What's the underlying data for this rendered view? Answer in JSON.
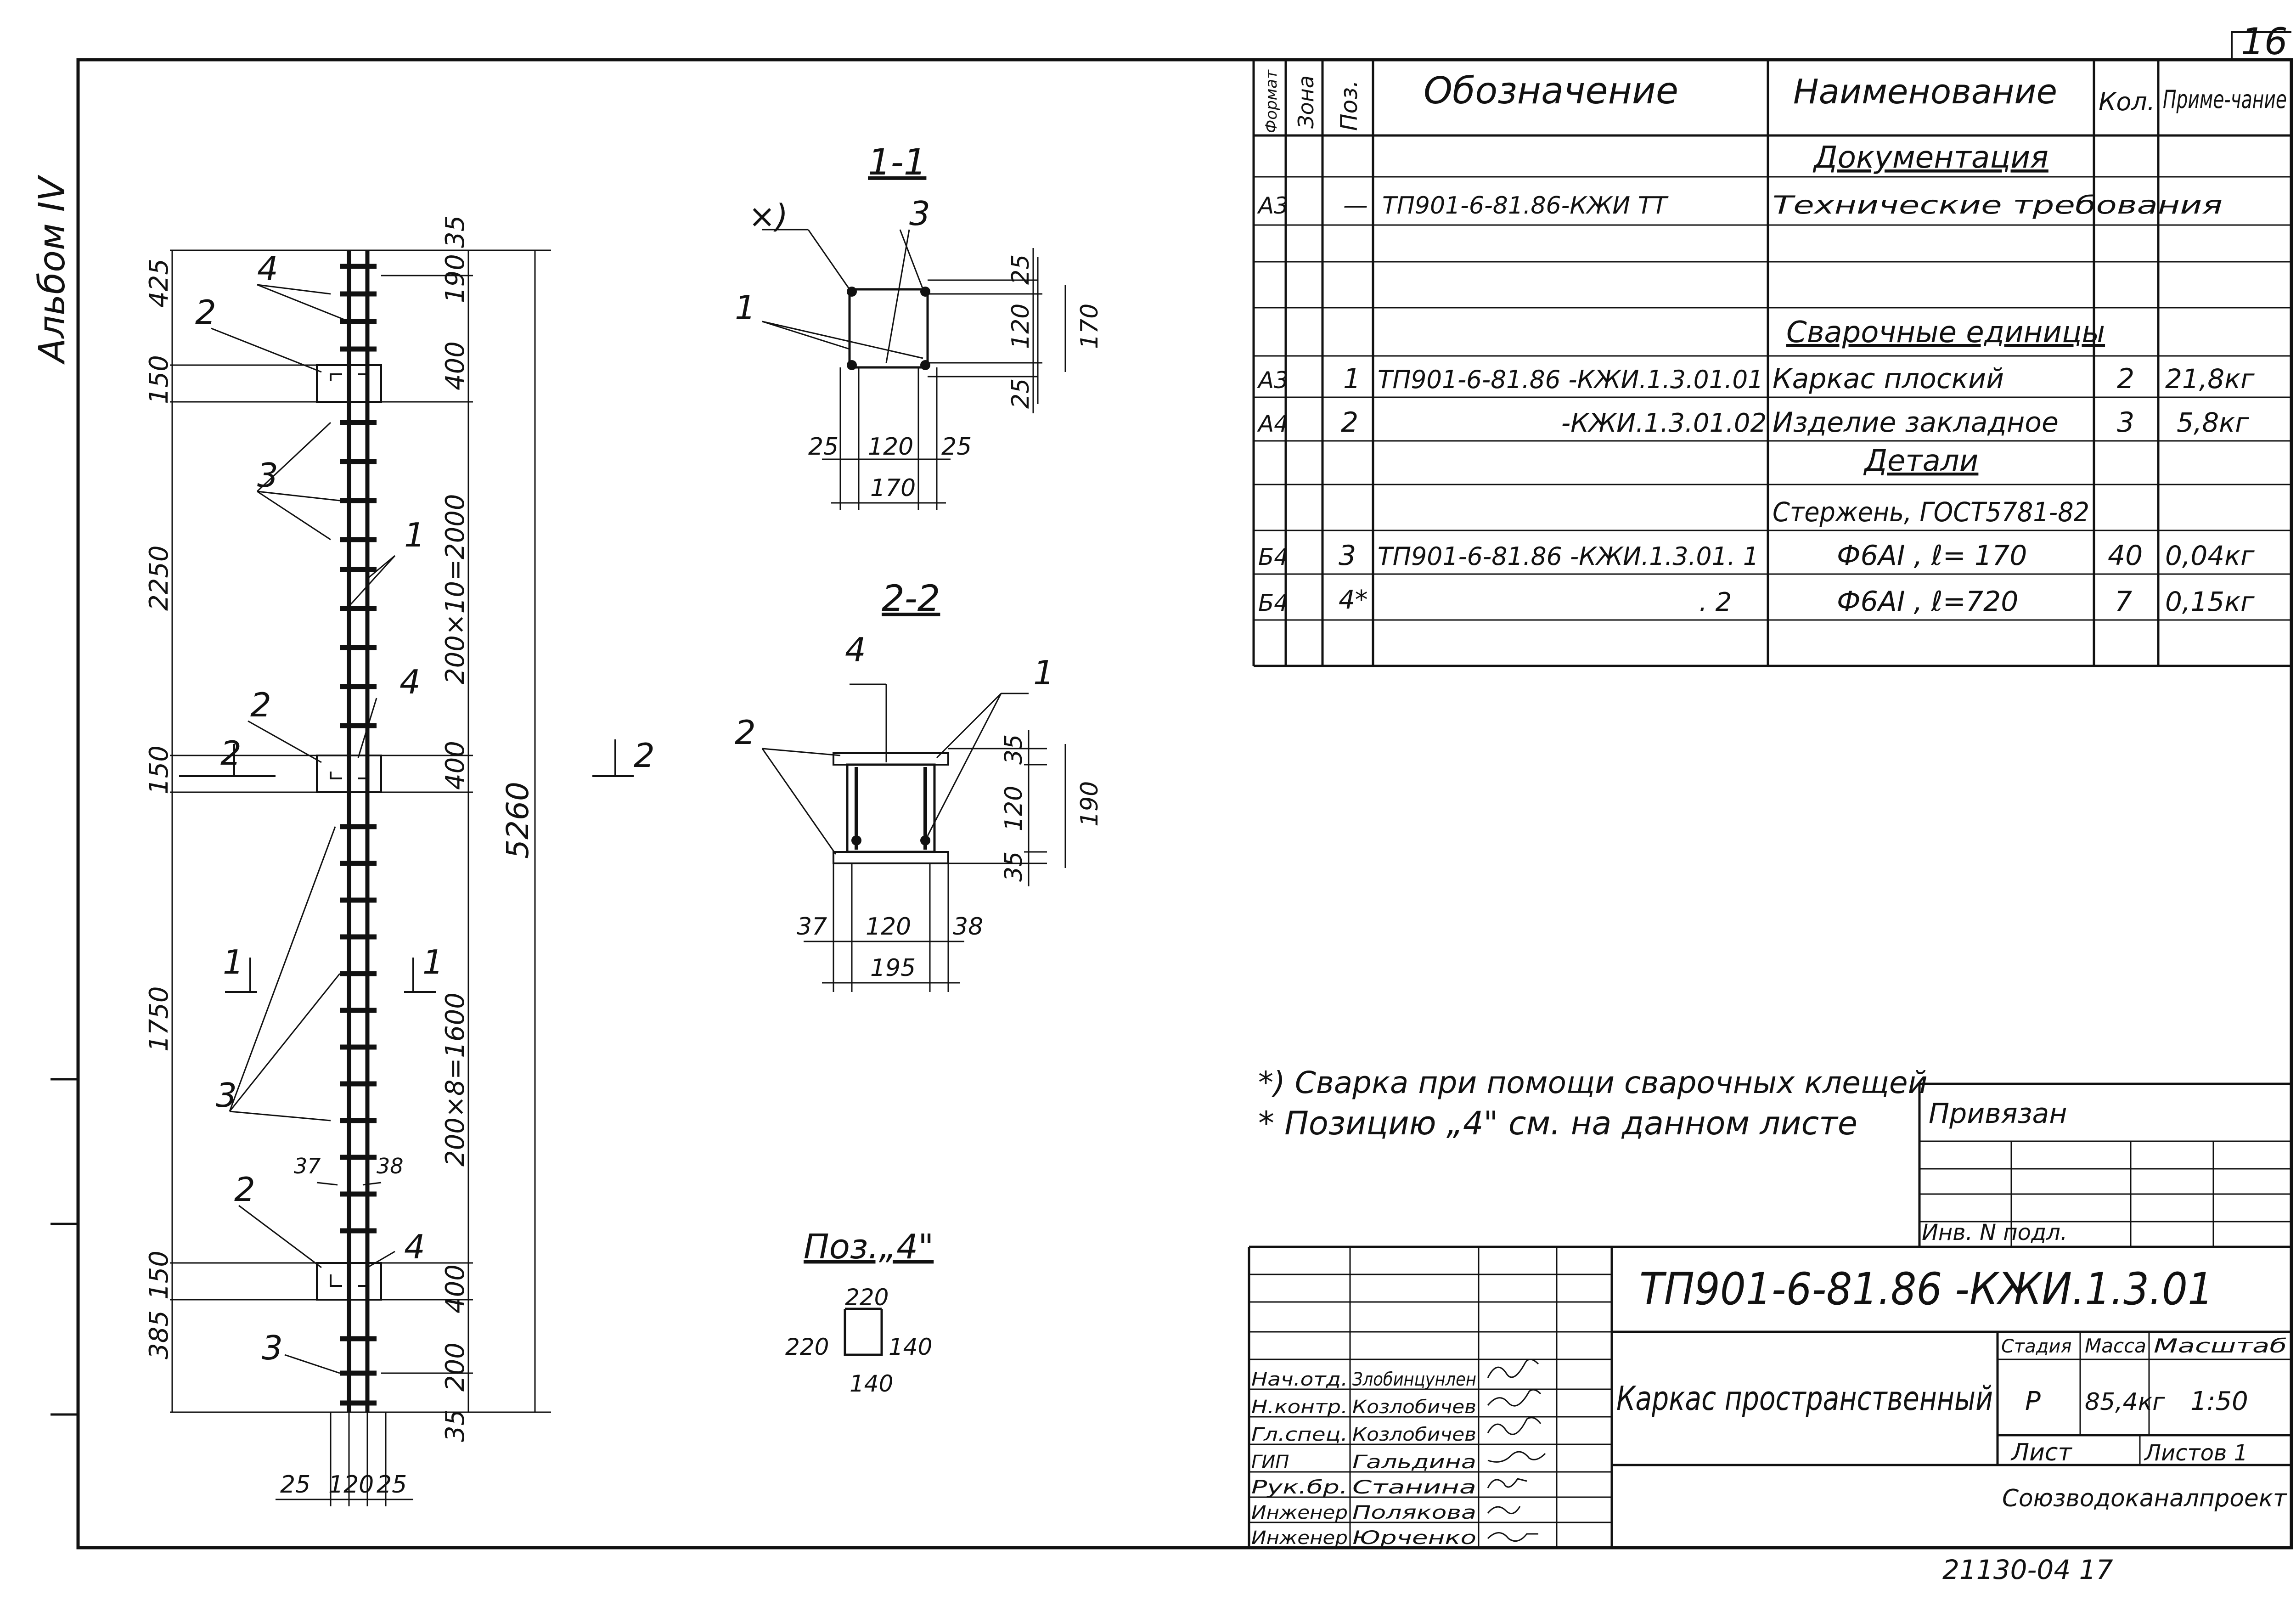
{
  "sheet_number": "16",
  "album_label": "Альбом IV",
  "bottom_code": "21130-04   17",
  "spec": {
    "headers": {
      "format": "Формат",
      "zone": "Зона",
      "pos": "Поз.",
      "designation": "Обозначение",
      "name": "Наименование",
      "qty": "Кол.",
      "note": "Приме-чание"
    },
    "rows": [
      {
        "format": "",
        "pos": "",
        "designation": "",
        "name": "Документация",
        "qty": "",
        "note": ""
      },
      {
        "format": "А3",
        "pos": "—",
        "designation": "ТП901-6-81.86-КЖИ          ТТ",
        "name": "Технические требования",
        "qty": "",
        "note": ""
      },
      {
        "format": "",
        "pos": "",
        "designation": "",
        "name": "",
        "qty": "",
        "note": ""
      },
      {
        "format": "",
        "pos": "",
        "designation": "",
        "name": "Сварочные единицы",
        "qty": "",
        "note": ""
      },
      {
        "format": "А3",
        "pos": "1",
        "designation": "ТП901-6-81.86   -КЖИ.1.3.01.01",
        "name": "Каркас плоский",
        "qty": "2",
        "note": "21,8кг"
      },
      {
        "format": "А4",
        "pos": "2",
        "designation": "-КЖИ.1.3.01.02",
        "name": "Изделие закладное",
        "qty": "3",
        "note": "5,8кг"
      },
      {
        "format": "",
        "pos": "",
        "designation": "",
        "name": "Детали",
        "qty": "",
        "note": ""
      },
      {
        "format": "",
        "pos": "",
        "designation": "",
        "name": "Стержень, ГОСТ5781-82",
        "qty": "",
        "note": ""
      },
      {
        "format": "Б4",
        "pos": "3",
        "designation": "ТП901-6-81.86  -КЖИ.1.3.01.  1",
        "name": "Ф6АI , ℓ= 170",
        "qty": "40",
        "note": "0,04кг"
      },
      {
        "format": "Б4",
        "pos": "4*",
        "designation": ". 2",
        "name": "Ф6АI , ℓ=720",
        "qty": "7",
        "note": "0,15кг"
      },
      {
        "format": "",
        "pos": "",
        "designation": "",
        "name": "",
        "qty": "",
        "note": ""
      }
    ]
  },
  "notes": [
    "*) Сварка при помощи сварочных клещей",
    "* Позицию „4\" см. на данном листе"
  ],
  "binding": {
    "label": "Привязан",
    "inv": "Инв. N подл."
  },
  "title_block": {
    "code": "ТП901-6-81.86 -КЖИ.1.3.01",
    "title": "Каркас пространственный",
    "stage_label": "Стадия",
    "mass_label": "Масса",
    "scale_label": "Масштаб",
    "stage": "Р",
    "mass": "85,4кг",
    "scale": "1:50",
    "sheet_label": "Лист",
    "sheets_label": "Листов 1",
    "org": "Союзводоканалпроект",
    "people": [
      {
        "role": "Нач.отд.",
        "name": "Злобинцунлен"
      },
      {
        "role": "Н.контр.",
        "name": "Козлобичев"
      },
      {
        "role": "Гл.спец.",
        "name": "Козлобичев"
      },
      {
        "role": "ГИП",
        "name": "Гальдина"
      },
      {
        "role": "Рук.бр.",
        "name": "Станина"
      },
      {
        "role": "Инженер",
        "name": "Полякова"
      },
      {
        "role": "Инженер",
        "name": "Юрченко"
      }
    ]
  },
  "elevation": {
    "total": "5260",
    "left_dims": [
      "425",
      "150",
      "2250",
      "150",
      "1750",
      "150",
      "385"
    ],
    "right_dims": [
      "35",
      "190",
      "400",
      "200×10=2000",
      "400",
      "200×8=1600",
      "400",
      "200",
      "35"
    ],
    "bottom_dims": [
      "25",
      "120",
      "25"
    ],
    "weld_dims": [
      "37",
      "38"
    ],
    "pos_labels": {
      "p1": "1",
      "p2": "2",
      "p3": "3",
      "p4": "4"
    },
    "cut_labels": {
      "c1": "1",
      "c2": "2"
    }
  },
  "section_1": {
    "title": "1-1",
    "star": "×)",
    "dims_right": [
      "25",
      "120",
      "25"
    ],
    "dim_total_right": "170",
    "dims_bottom": [
      "25",
      "120",
      "25"
    ],
    "dim_total_bottom": "170",
    "labels": {
      "p1": "1",
      "p3": "3"
    }
  },
  "section_2": {
    "title": "2-2",
    "dims_right": [
      "35",
      "120",
      "35"
    ],
    "dim_total_right": "190",
    "dims_bottom": [
      "37",
      "120",
      "38"
    ],
    "dim_total_bottom": "195",
    "labels": {
      "p1": "1",
      "p2": "2",
      "p4": "4"
    }
  },
  "pos4": {
    "title": "Поз.„4\"",
    "top": "220",
    "left": "220",
    "right": "140",
    "bottom": "140"
  }
}
